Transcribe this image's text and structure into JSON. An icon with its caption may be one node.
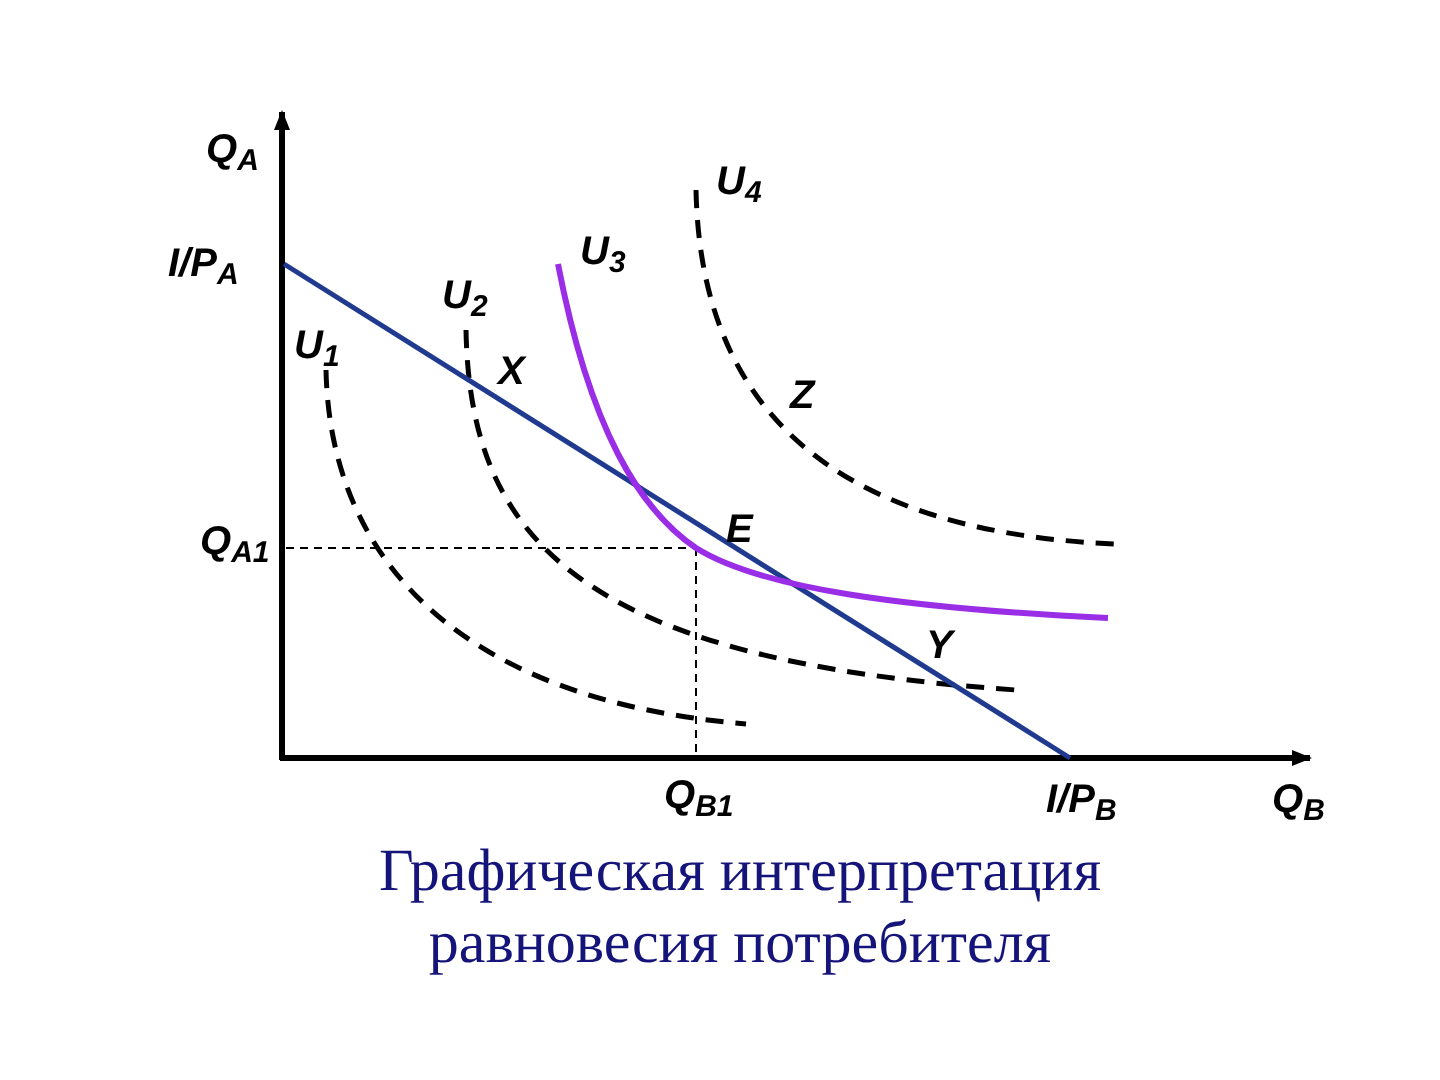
{
  "diagram": {
    "caption": "Графическая интерпретация равновесия потребителя",
    "labels": [
      "Q$_{A}$",
      "U$_{4}$",
      "I/P$_{A}$",
      "U$_{3}$",
      "U$_{2}$",
      "U$_{1}$",
      "X",
      "Z",
      "Q$_{A1}$",
      "E",
      "Y",
      "Q$_{B1}$",
      "I/P$_{B}$",
      "Q$_{B}$"
    ]
  }
}
